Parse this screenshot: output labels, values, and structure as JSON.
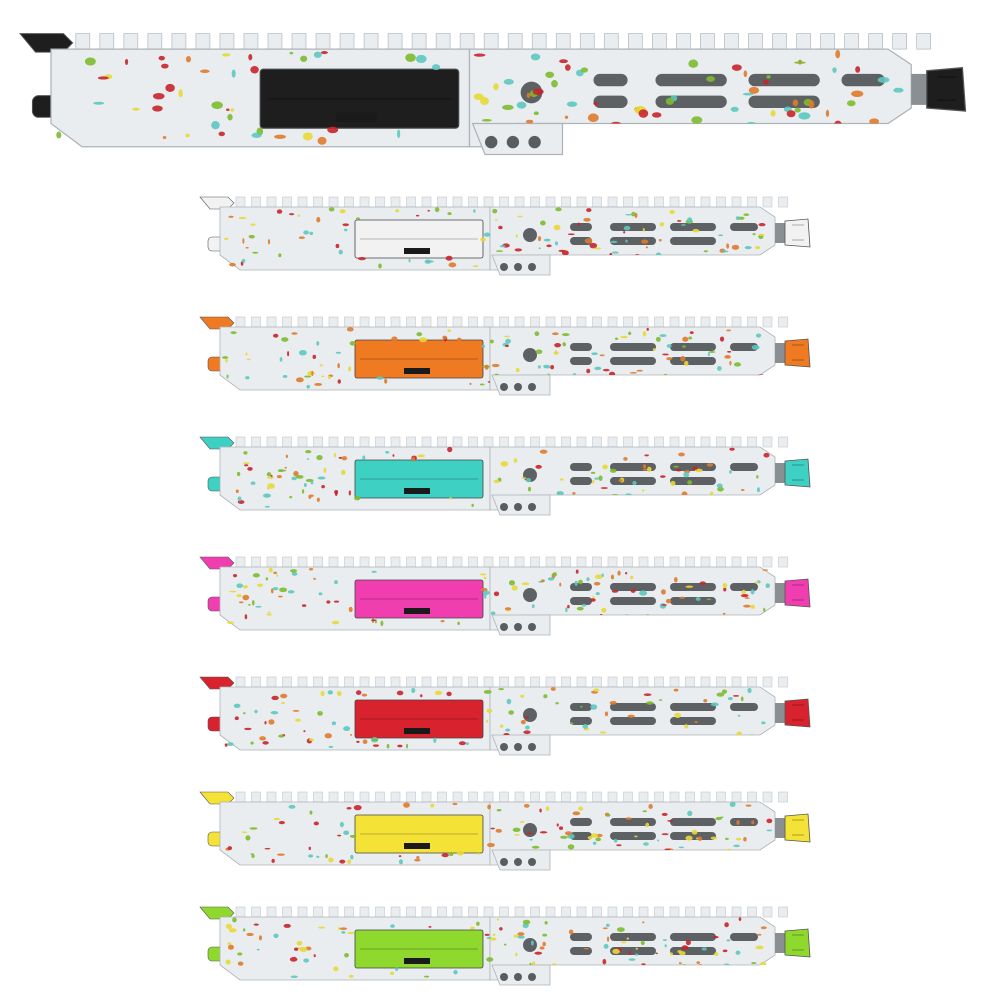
{
  "image": {
    "subject": "upper-receiver-assemblies",
    "background": "#ffffff",
    "finish": {
      "base_color": "#e9edf0",
      "splatter_colors": [
        "#c8242a",
        "#7dbb2f",
        "#e8d835",
        "#5cc8c0",
        "#e07a2b"
      ]
    },
    "variants": [
      {
        "name": "black",
        "accent": "#1e1e1e"
      },
      {
        "name": "white",
        "accent": "#f2f2f2"
      },
      {
        "name": "orange",
        "accent": "#f07a22"
      },
      {
        "name": "teal",
        "accent": "#3fd0c4"
      },
      {
        "name": "pink",
        "accent": "#f03eb0"
      },
      {
        "name": "red",
        "accent": "#d8232e"
      },
      {
        "name": "yellow",
        "accent": "#f4e237"
      },
      {
        "name": "lime",
        "accent": "#8fd92e"
      }
    ]
  }
}
